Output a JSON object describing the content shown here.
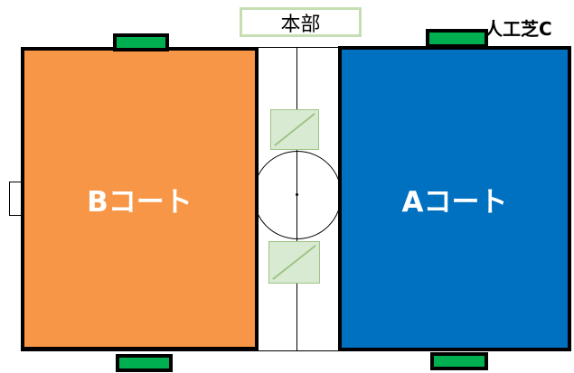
{
  "headquarters": {
    "label": "本部"
  },
  "field": {
    "label": "人工芝C"
  },
  "courts": {
    "b": {
      "label": "Bコート",
      "color": "#f79646"
    },
    "a": {
      "label": "Aコート",
      "color": "#0070c0"
    }
  },
  "colors": {
    "bench": "#00b050",
    "center_box": "#d9ead3",
    "hq_border": "#c5dfb3"
  }
}
